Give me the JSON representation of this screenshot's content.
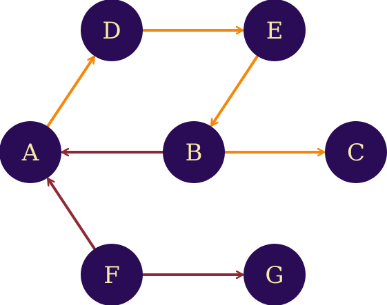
{
  "colors": {
    "node_fill": "#2a0b56",
    "node_label": "#f7e9a6",
    "edge_orange": "#f5870a",
    "edge_maroon": "#8e2a35"
  },
  "nodes": [
    {
      "id": "A",
      "label": "A"
    },
    {
      "id": "B",
      "label": "B"
    },
    {
      "id": "C",
      "label": "C"
    },
    {
      "id": "D",
      "label": "D"
    },
    {
      "id": "E",
      "label": "E"
    },
    {
      "id": "F",
      "label": "F"
    },
    {
      "id": "G",
      "label": "G"
    }
  ],
  "edges": [
    {
      "from": "A",
      "to": "D",
      "color": "orange"
    },
    {
      "from": "D",
      "to": "E",
      "color": "orange"
    },
    {
      "from": "E",
      "to": "B",
      "color": "orange"
    },
    {
      "from": "B",
      "to": "C",
      "color": "orange"
    },
    {
      "from": "B",
      "to": "A",
      "color": "maroon"
    },
    {
      "from": "F",
      "to": "A",
      "color": "maroon"
    },
    {
      "from": "F",
      "to": "G",
      "color": "maroon"
    }
  ]
}
